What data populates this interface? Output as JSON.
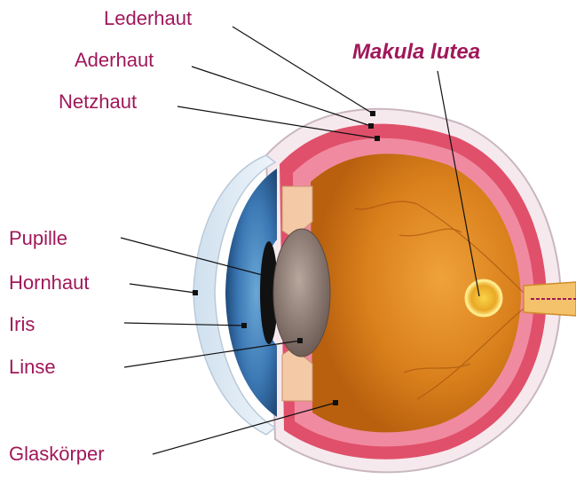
{
  "labels": {
    "sclera": "Lederhaut",
    "choroid": "Aderhaut",
    "retina": "Netzhaut",
    "macula": "Makula lutea",
    "pupil": "Pupille",
    "cornea": "Hornhaut",
    "iris": "Iris",
    "lens": "Linse",
    "vitreous": "Glaskörper"
  },
  "colors": {
    "label_text": "#a0185a",
    "leader_line": "#111111",
    "sclera": "#f6e9ee",
    "choroid": "#e0506a",
    "retina": "#f08aa0",
    "vitreous": "#d9801c",
    "macula": "#f2c233",
    "iris": "#3c78b4",
    "lens": "#8a7870"
  }
}
